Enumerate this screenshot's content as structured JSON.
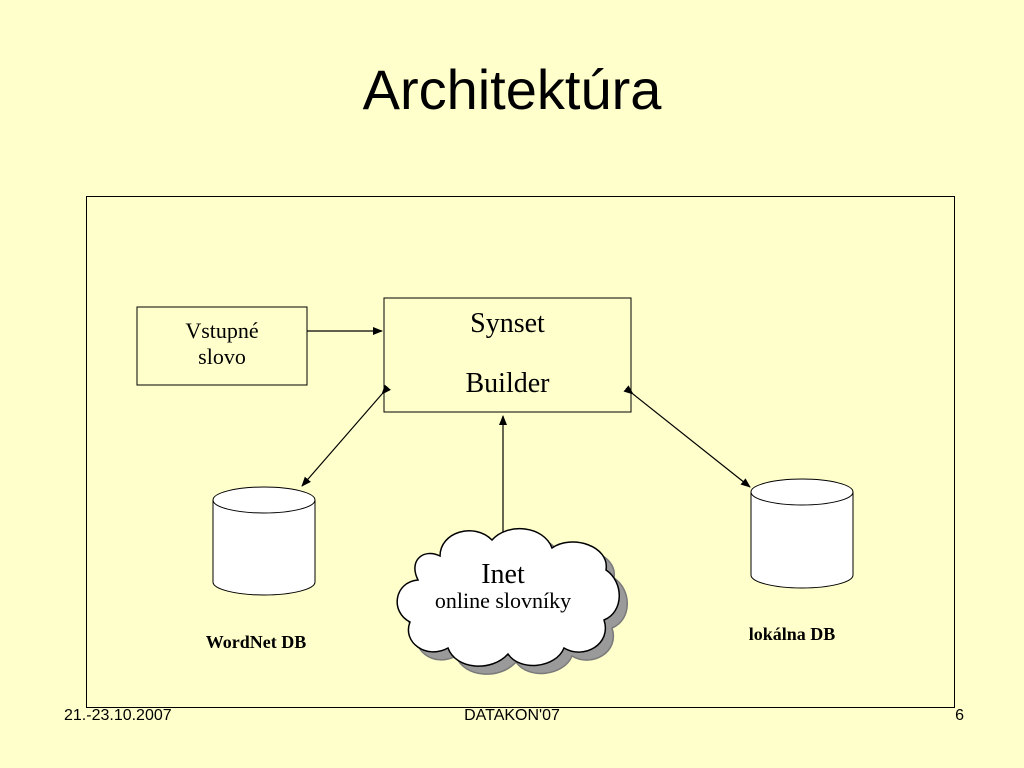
{
  "slide": {
    "title": "Architektúra"
  },
  "diagram": {
    "input_box": {
      "line1": "Vstupné",
      "line2": "slovo"
    },
    "synset_box": {
      "line1": "Synset",
      "line2": "Builder"
    },
    "cloud": {
      "line1": "Inet",
      "line2": "online slovníky"
    },
    "wordnet_label": "WordNet DB",
    "local_db_label": "lokálna DB"
  },
  "footer": {
    "date": "21.-23.10.2007",
    "event": "DATAKON'07",
    "page": "6"
  }
}
